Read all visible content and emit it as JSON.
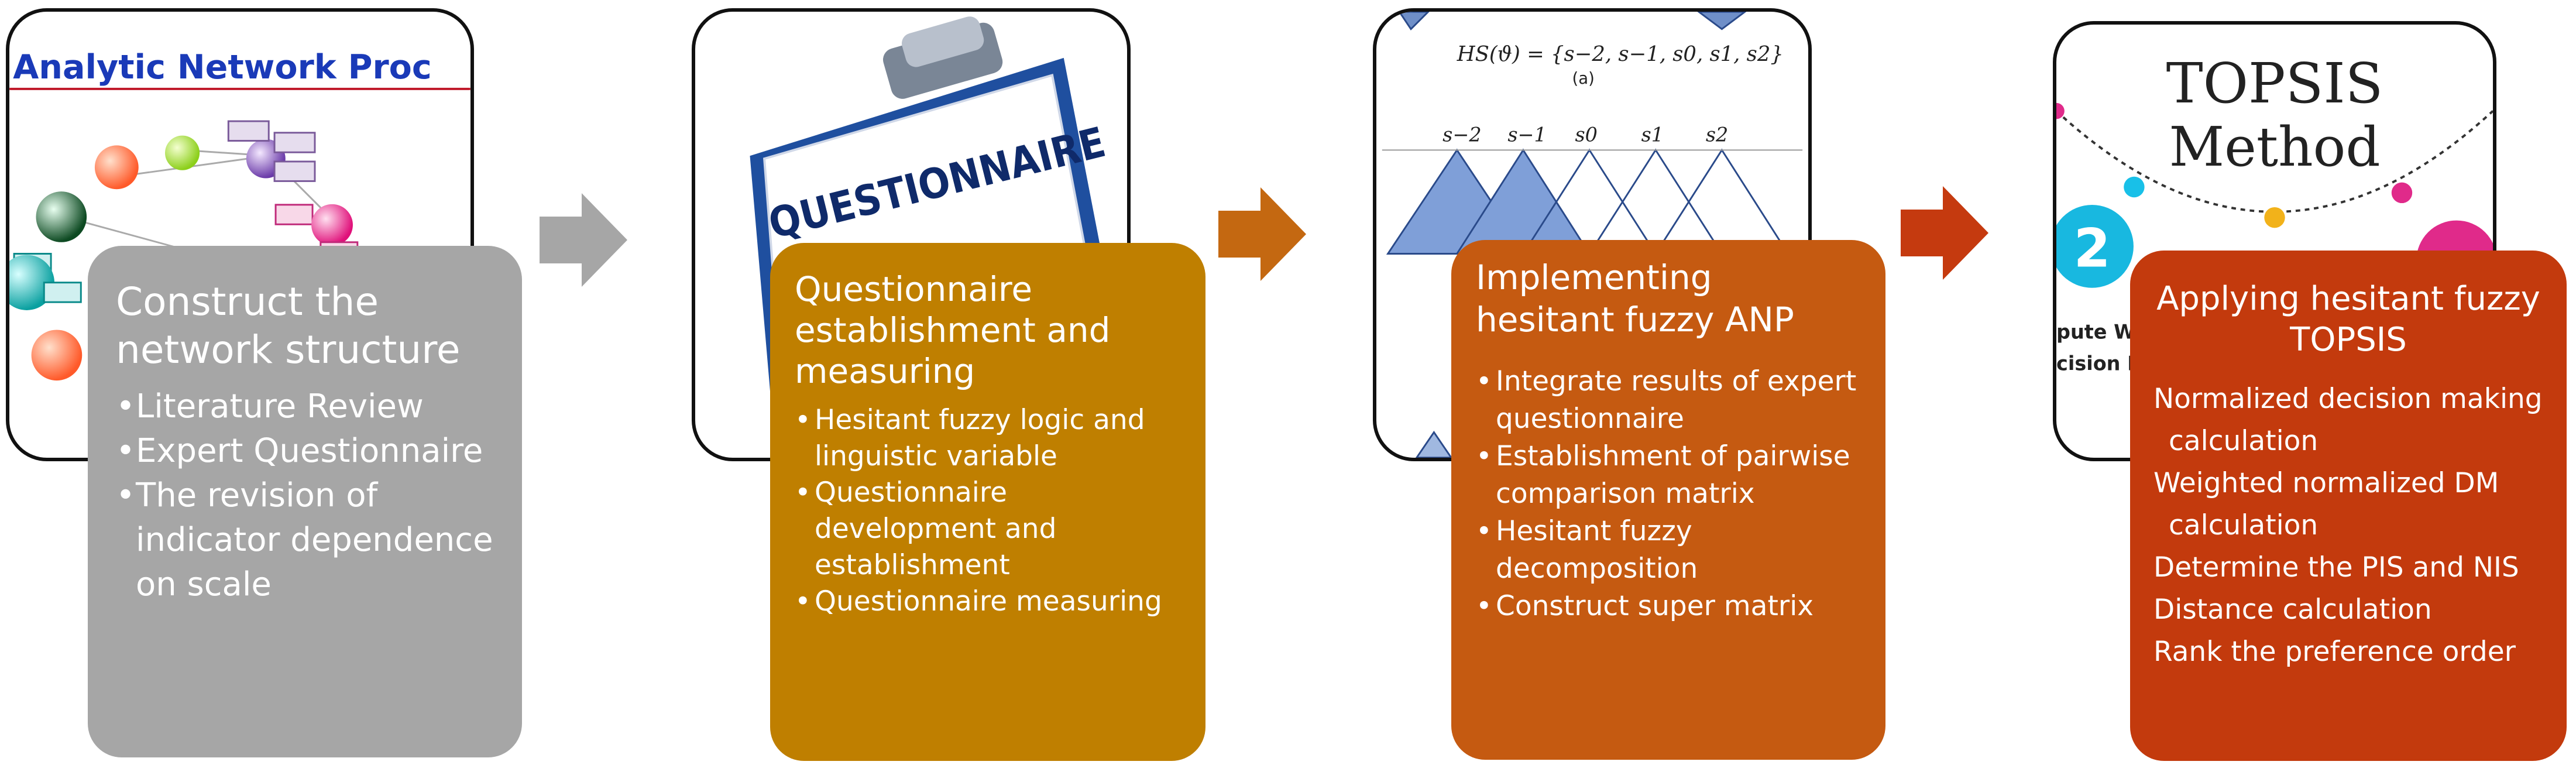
{
  "colors": {
    "step1": "#a6a6a6",
    "step2": "#bf7f00",
    "step3": "#c55a11",
    "step4": "#c33a0d",
    "arrow1": "#a6a6a6",
    "arrow2": "#c46811",
    "arrow3": "#c53a0f"
  },
  "steps": [
    {
      "picture_text": "Analytic Network Proc",
      "title": "Construct the network structure",
      "items": [
        "Literature Review",
        "Expert Questionnaire",
        "The revision of indicator dependence on scale"
      ]
    },
    {
      "picture_text": "QUESTIONNAIRE",
      "title": "Questionnaire establishment and measuring",
      "items": [
        "Hesitant fuzzy logic and linguistic variable",
        "Questionnaire development and establishment",
        "Questionnaire measuring"
      ]
    },
    {
      "picture_formula": "HS(ϑ) =  {s−2, s−1, s0, s1, s2}",
      "picture_caption": "(a)",
      "picture_labels": [
        "s−2",
        "s−1",
        "s0",
        "s1",
        "s2"
      ],
      "title": "Implementing hesitant fuzzy ANP",
      "items": [
        "Integrate results of expert questionnaire",
        "Establishment of pairwise comparison matrix",
        "Hesitant fuzzy decomposition",
        "Construct super matrix"
      ]
    },
    {
      "picture_title": "TOPSIS",
      "picture_subtitle": "Method",
      "picture_badge": "2",
      "picture_side_text": [
        "pute Weig",
        "cision Mat"
      ],
      "title": "Applying hesitant fuzzy TOPSIS",
      "items": [
        "Normalized decision making calculation",
        "Weighted normalized DM calculation",
        "Determine the PIS and NIS",
        "Distance calculation",
        "Rank the preference order"
      ]
    }
  ]
}
